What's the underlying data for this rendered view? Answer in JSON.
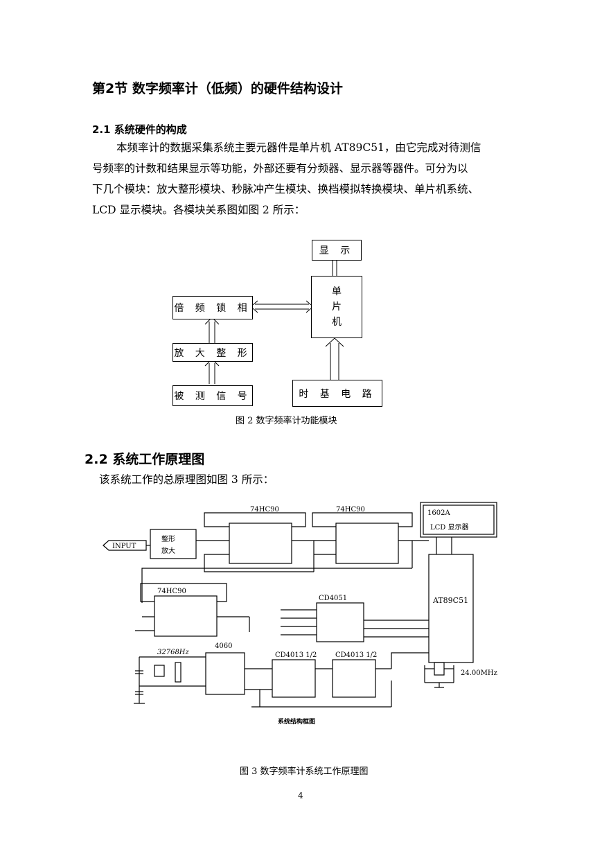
{
  "section_title": "第2节  数字频率计（低频）的硬件结构设计",
  "sub1": {
    "title": "2.1  系统硬件的构成",
    "lines": [
      "本频率计的数据采集系统主要元器件是单片机 AT89C51，由它完成对待测信",
      "号频率的计数和结果显示等功能，外部还要有分频器、显示器等器件。可分为以",
      "下几个模块：放大整形模块、秒脉冲产生模块、换档模拟转换模块、单片机系统、",
      "LCD 显示模块。各模块关系图如图 2 所示："
    ]
  },
  "fig2": {
    "display": "显 示",
    "mcu": [
      "单",
      "片",
      "机"
    ],
    "pll": "倍 频 锁 相",
    "amp": "放 大 整 形",
    "signal": "被 测 信 号",
    "timebase": "时 基 电 路",
    "caption": "图 2    数字频率计功能模块"
  },
  "sub2": {
    "title": "2.2 系统工作原理图",
    "intro": "该系统工作的总原理图如图 3 所示："
  },
  "fig3": {
    "lcd": [
      "1602A",
      "LCD 显示器"
    ],
    "mcu": "AT89C51",
    "chip1": "74HC90",
    "chip2": "74HC90",
    "chip3": "74HC90",
    "cd4051": "CD4051",
    "cd4013a": "CD4013 1/2",
    "cd4013b": "CD4013 1/2",
    "chip4060": "4060",
    "input": "INPUT",
    "amp": [
      "整形",
      "放大"
    ],
    "crystal": "32768Hz",
    "xtal2": "24.00MHz",
    "inner_title": "系统结构框图",
    "caption": "图 3  数字频率计系统工作原理图"
  },
  "page_number": "4"
}
